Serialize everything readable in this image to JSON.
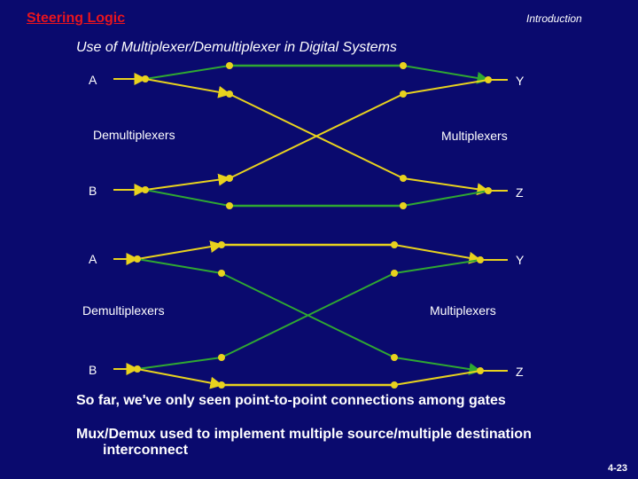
{
  "header": {
    "title": "Steering Logic",
    "section": "Introduction",
    "subtitle": "Use of Multiplexer/Demultiplexer in Digital Systems"
  },
  "diagrams": [
    {
      "input_a": "A",
      "input_b": "B",
      "output_y": "Y",
      "output_z": "Z",
      "left_label": "Demultiplexers",
      "right_label": "Multiplexers"
    },
    {
      "input_a": "A",
      "input_b": "B",
      "output_y": "Y",
      "output_z": "Z",
      "left_label": "Demultiplexers",
      "right_label": "Multiplexers"
    }
  ],
  "body": {
    "point1": "So far, we've only seen point-to-point connections among gates",
    "point2_line1": "Mux/Demux used to implement multiple source/multiple destination",
    "point2_line2": "interconnect"
  },
  "footer": {
    "page_number": "4-23"
  },
  "colors": {
    "background": "#0a0a6e",
    "title": "#e8141e",
    "active_wire": "#2fa832",
    "passive_wire": "#e8d21e",
    "text": "#ffffff"
  }
}
